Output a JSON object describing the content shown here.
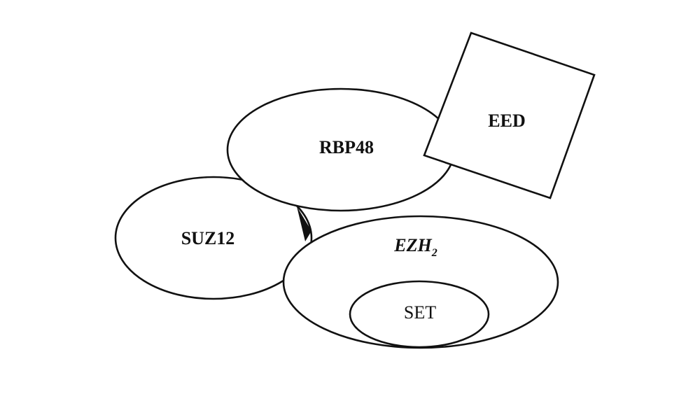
{
  "diagram": {
    "components": {
      "rbp48": "RBP48",
      "eed": "EED",
      "suz12": "SUZ12",
      "ezh2_main": "EZH",
      "ezh2_subscript": "2",
      "set_domain": "SET"
    },
    "colors": {
      "stroke": "#111111",
      "fill": "#ffffff"
    }
  }
}
